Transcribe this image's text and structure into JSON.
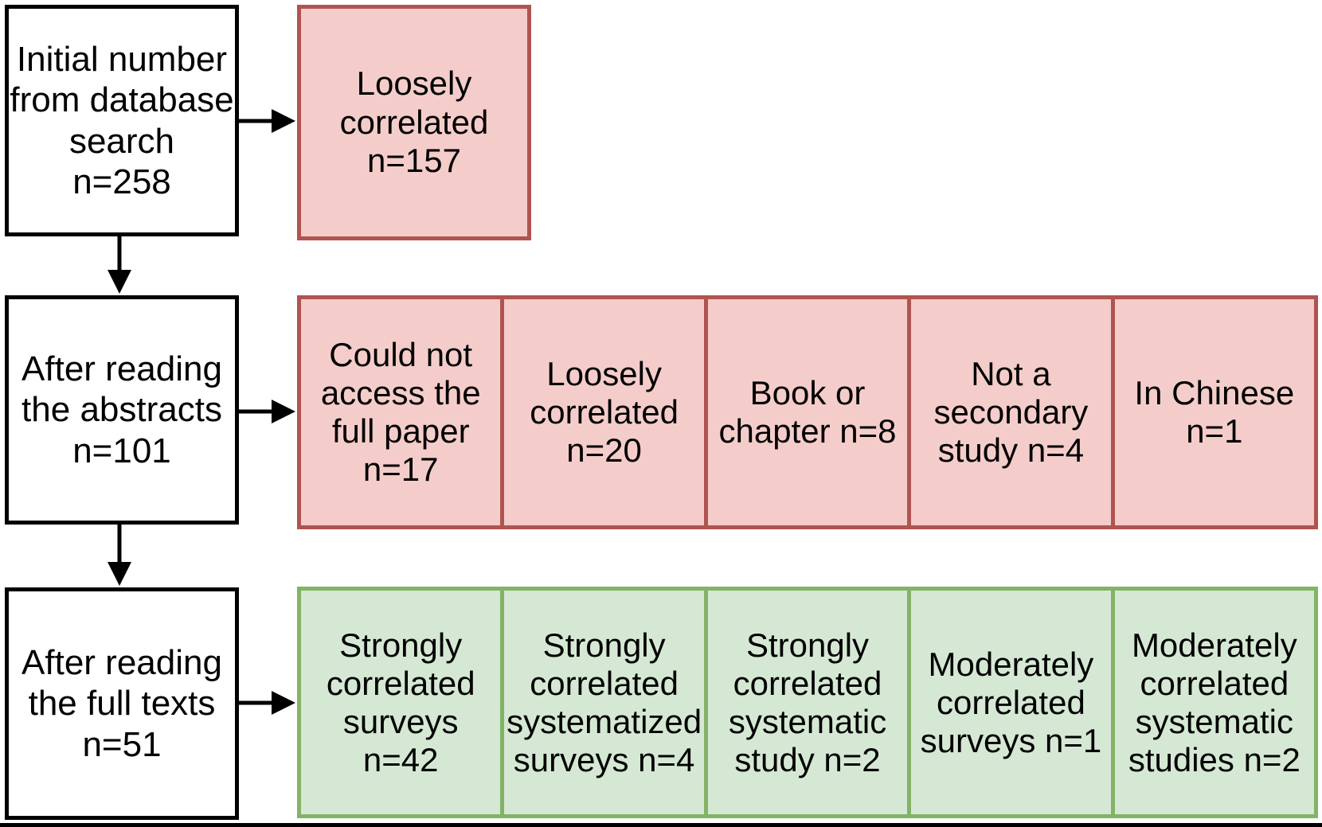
{
  "colors": {
    "stage_fill": "#ffffff",
    "stage_border": "#000000",
    "excluded_fill": "#f4cdca",
    "excluded_border": "#b05450",
    "included_fill": "#d5e8d4",
    "included_border": "#82b366",
    "arrow_color": "#000000",
    "text_color": "#000000"
  },
  "flow": {
    "stages": [
      {
        "text": "Initial number\nfrom database\nsearch\nn=258",
        "n": 258
      },
      {
        "text": "After reading\nthe abstracts\nn=101",
        "n": 101
      },
      {
        "text": "After reading\nthe full texts\nn=51",
        "n": 51
      }
    ],
    "excluded_after_search": [
      {
        "text": "Loosely\ncorrelated\nn=157",
        "n": 157
      }
    ],
    "excluded_after_abstracts": [
      {
        "text": "Could not\naccess the\nfull paper\nn=17",
        "n": 17
      },
      {
        "text": "Loosely\ncorrelated\nn=20",
        "n": 20
      },
      {
        "text": "Book or\nchapter\nn=8",
        "n": 8
      },
      {
        "text": "Not a\nsecondary\nstudy\nn=4",
        "n": 4
      },
      {
        "text": "In Chinese\nn=1",
        "n": 1
      }
    ],
    "included_after_full_text": [
      {
        "text": "Strongly\ncorrelated\nsurveys\nn=42",
        "n": 42
      },
      {
        "text": "Strongly\ncorrelated\nsystematized\nsurveys\nn=4",
        "n": 4
      },
      {
        "text": "Strongly\ncorrelated\nsystematic\nstudy\nn=2",
        "n": 2
      },
      {
        "text": "Moderately\ncorrelated\nsurveys\nn=1",
        "n": 1
      },
      {
        "text": "Moderately\ncorrelated\nsystematic\nstudies\nn=2",
        "n": 2
      }
    ]
  }
}
